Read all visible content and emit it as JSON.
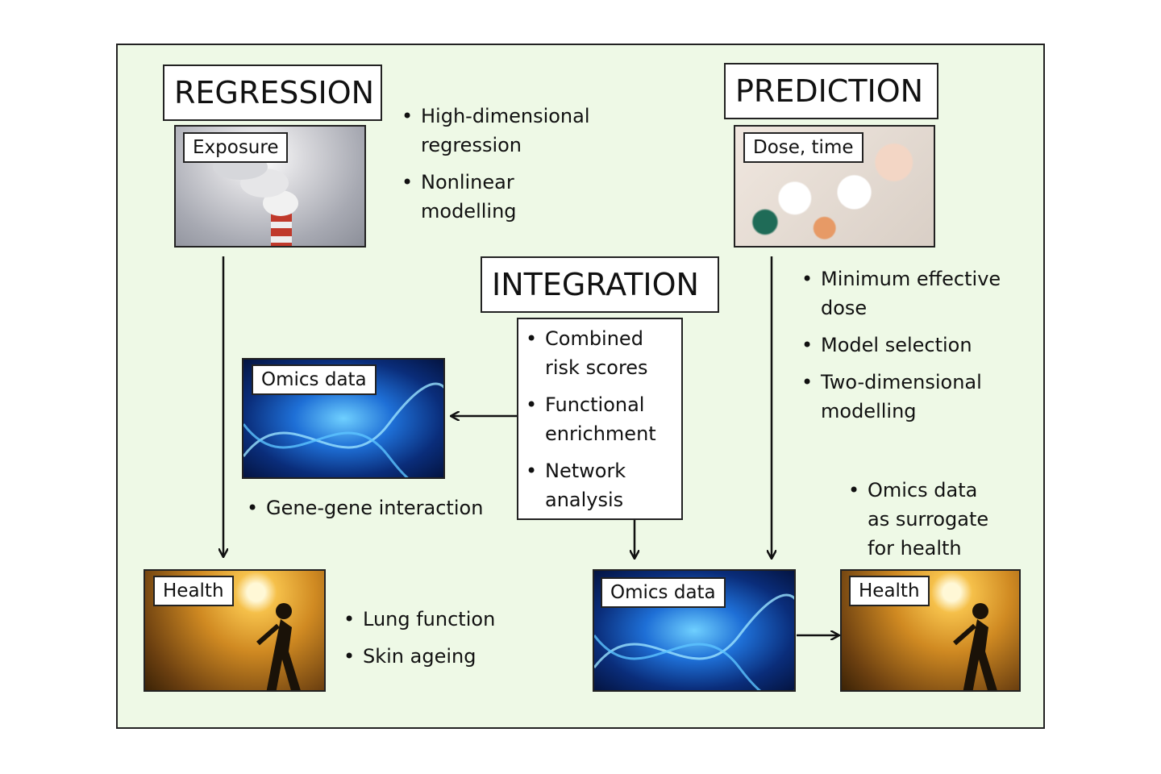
{
  "regression": {
    "title": "REGRESSION",
    "image_label": "Exposure",
    "bullets": [
      "High-dimensional regression",
      "Nonlinear modelling"
    ]
  },
  "prediction": {
    "title": "PREDICTION",
    "image_label": "Dose, time",
    "bullets": [
      "Minimum effective dose",
      "Model selection",
      "Two-dimensional modelling"
    ]
  },
  "integration": {
    "title": "INTEGRATION",
    "bullets": [
      "Combined risk scores",
      "Functional enrichment",
      "Network analysis"
    ]
  },
  "omics_left": {
    "image_label": "Omics data",
    "bullets": [
      "Gene-gene interaction"
    ]
  },
  "health_left": {
    "image_label": "Health",
    "bullets": [
      "Lung function",
      "Skin ageing"
    ]
  },
  "omics_right": {
    "image_label": "Omics data"
  },
  "health_right": {
    "image_label": "Health",
    "bullets": [
      "Omics data as surrogate for health"
    ]
  }
}
